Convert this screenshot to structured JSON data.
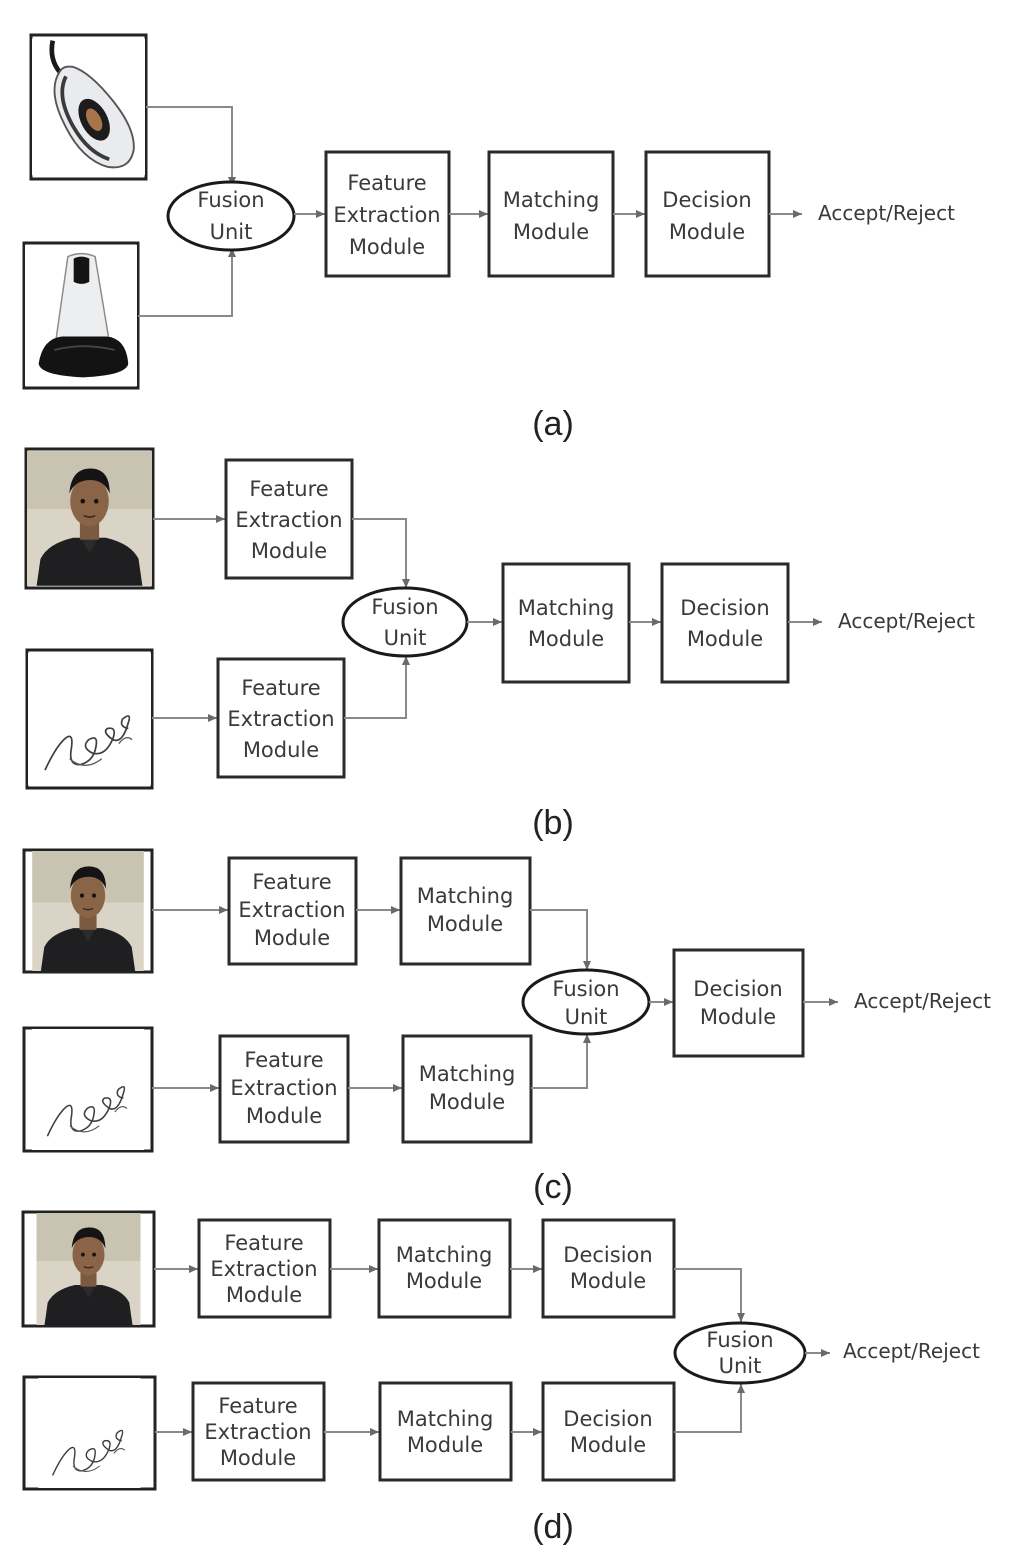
{
  "labels": {
    "feature": [
      "Feature",
      "Extraction",
      "Module"
    ],
    "matching": [
      "Matching",
      "Module"
    ],
    "decision": [
      "Decision",
      "Module"
    ],
    "fusion": [
      "Fusion",
      "Unit"
    ],
    "output": "Accept/Reject"
  },
  "captions": {
    "a": "(a)",
    "b": "(b)",
    "c": "(c)",
    "d": "(d)"
  },
  "inputs": {
    "a": [
      "mouse-fingerprint-scanner",
      "standing-fingerprint-scanner"
    ],
    "b": [
      "face-photo",
      "signature-image"
    ],
    "c": [
      "face-photo",
      "signature-image"
    ],
    "d": [
      "face-photo",
      "signature-image"
    ]
  },
  "colors": {
    "stroke": "#2a2a2a",
    "connector": "#8a8a8a",
    "text": "#3a3a3a"
  }
}
